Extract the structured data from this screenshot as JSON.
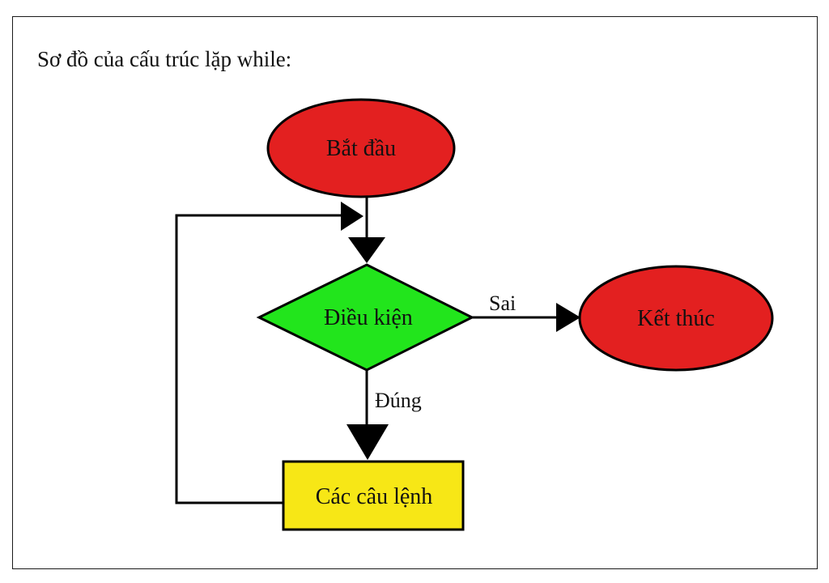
{
  "caption": "Sơ đồ của cấu trúc lặp while:",
  "nodes": {
    "start": {
      "label": "Bắt đầu",
      "shape": "ellipse",
      "fill": "#e32020"
    },
    "condition": {
      "label": "Điều kiện",
      "shape": "diamond",
      "fill": "#22e51c"
    },
    "end": {
      "label": "Kết thúc",
      "shape": "ellipse",
      "fill": "#e32020"
    },
    "statements": {
      "label": "Các câu lệnh",
      "shape": "rectangle",
      "fill": "#f7e716"
    }
  },
  "edges": {
    "false_label": "Sai",
    "true_label": "Đúng"
  },
  "colors": {
    "stroke": "#000000",
    "node_text": "#111111"
  }
}
